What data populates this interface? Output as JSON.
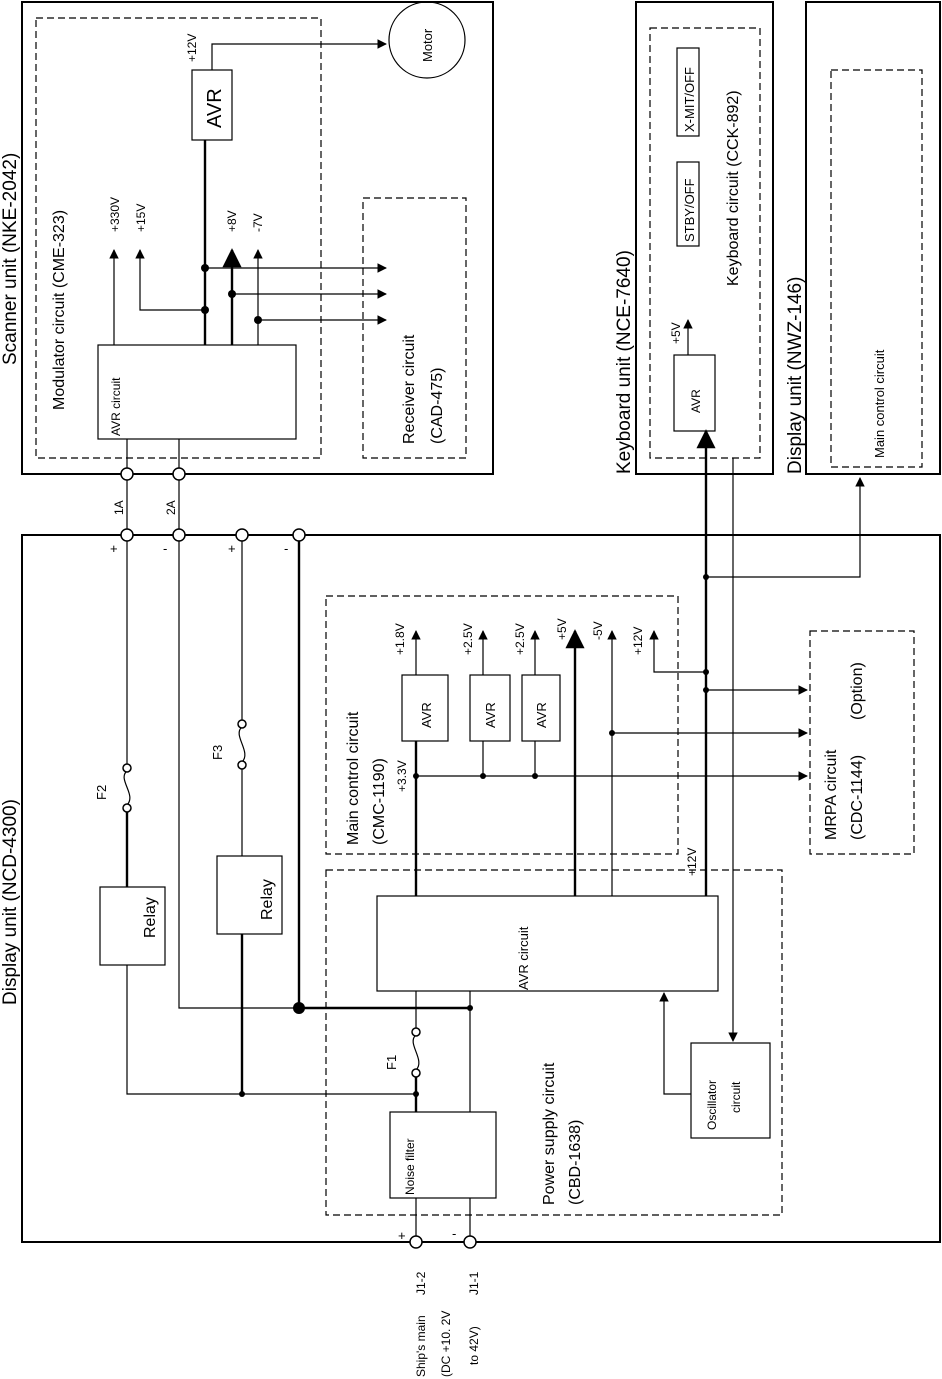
{
  "units": {
    "scanner": "Scanner unit (NKE-2042)",
    "display_main": "Display unit (NCD-4300)",
    "keyboard": "Keyboard unit (NCE-7640)",
    "display_secondary": "Display unit (NWZ-146)"
  },
  "circuits": {
    "modulator": "Modulator circuit (CME-323)",
    "receiver_name": "Receiver circuit",
    "receiver_code": "(CAD-475)",
    "keyboard_circuit": "Keyboard circuit (CCK-892)",
    "main_control_nwz": "Main control circuit",
    "main_control_name": "Main control circuit",
    "main_control_code": "(CMC-1190)",
    "mrpa": "MRPA circuit (CDC-1144) (Option)",
    "mrpa_name": "MRPA circuit",
    "mrpa_code": "(CDC-1144)",
    "mrpa_option": "(Option)",
    "power_supply_name": "Power supply circuit",
    "power_supply_code": "(CBD-1638)"
  },
  "blocks": {
    "avr": "AVR",
    "avr_circuit": "AVR circuit",
    "motor": "Motor",
    "relay": "Relay",
    "noise_filter": "Noise filter",
    "oscillator_1": "Oscillator",
    "oscillator_2": "circuit",
    "stby": "STBY/OFF",
    "xmit": "X-MIT/OFF"
  },
  "voltages": {
    "plus12": "+12V",
    "plus330": "+330V",
    "plus15": "+15V",
    "plus8": "+8V",
    "minus7": "-7V",
    "plus5": "+5V",
    "plus1_8": "+1.8V",
    "plus2_5": "+2.5V",
    "minus5": "-5V",
    "plus3_3": "+3.3V"
  },
  "terminals": {
    "t1a": "1A",
    "t2a": "2A",
    "plus": "+",
    "minus": "-",
    "j12": "J1-2",
    "j11": "J1-1"
  },
  "fuses": {
    "f1": "F1",
    "f2": "F2",
    "f3": "F3"
  },
  "source": {
    "line1": "Ship's main",
    "line2": "(DC +10. 2V",
    "line3": "to 42V)"
  }
}
